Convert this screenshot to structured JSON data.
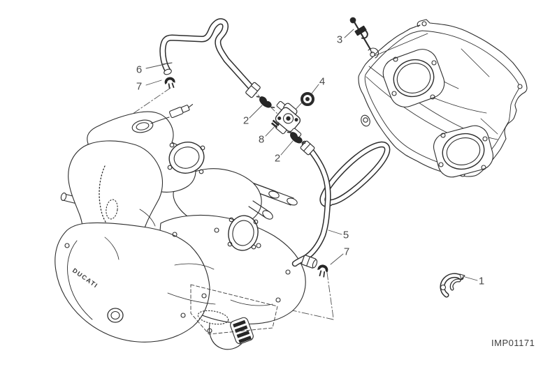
{
  "diagram": {
    "background_color": "#ffffff",
    "line_color": "#2d2d2d",
    "label_color": "#4a4a4a",
    "code": "IMP01171",
    "engine_logo": "DUCATI",
    "callouts": [
      {
        "id": "callout-6",
        "label": "6"
      },
      {
        "id": "callout-7-upper",
        "label": "7"
      },
      {
        "id": "callout-3",
        "label": "3"
      },
      {
        "id": "callout-4",
        "label": "4"
      },
      {
        "id": "callout-2-upper",
        "label": "2"
      },
      {
        "id": "callout-8",
        "label": "8"
      },
      {
        "id": "callout-2-lower",
        "label": "2"
      },
      {
        "id": "callout-5",
        "label": "5"
      },
      {
        "id": "callout-7-lower",
        "label": "7"
      },
      {
        "id": "callout-1",
        "label": "1"
      }
    ]
  }
}
